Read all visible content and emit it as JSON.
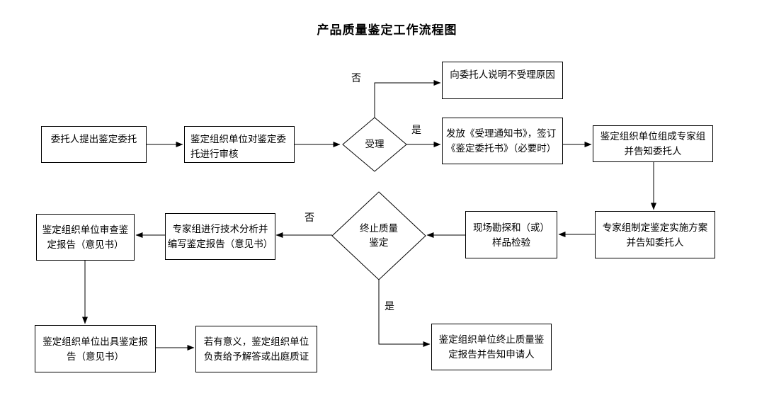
{
  "title": "产品质量鉴定工作流程图",
  "nodes": {
    "client_request": {
      "label": "委托人提出鉴定委托"
    },
    "org_review": {
      "label": "鉴定组织单位对鉴定委\n托进行审核"
    },
    "accept": {
      "label": "受理"
    },
    "explain_rejection": {
      "label": "向委托人说明不受理原因"
    },
    "issue_notice": {
      "label": "发放《受理通知书》，签订\n《鉴定委托书》（必要时）"
    },
    "form_expert_group": {
      "label": "鉴定组织单位组成专家组\n并告知委托人"
    },
    "make_plan": {
      "label": "专家组制定鉴定实施方案\n并告知委托人"
    },
    "site_survey": {
      "label": "现场勘探和（或）\n样品检验"
    },
    "terminate": {
      "label": "终止质量\n鉴定"
    },
    "tech_analysis": {
      "label": "专家组进行技术分析并\n编写鉴定报告（意见书）"
    },
    "review_report": {
      "label": "鉴定组织单位审查鉴\n定报告（意见书）"
    },
    "issue_report": {
      "label": "鉴定组织单位出具鉴定报\n告（意见书）"
    },
    "answer_objection": {
      "label": "若有意义，鉴定组织单位\n负责给予解答或出庭质证"
    },
    "terminate_report": {
      "label": "鉴定组织单位终止质量鉴\n定报告并告知申请人"
    }
  },
  "edge_labels": {
    "accept_no": "否",
    "accept_yes": "是",
    "terminate_no": "否",
    "terminate_yes": "是"
  },
  "colors": {
    "line": "#000000",
    "box_border": "#000000",
    "background": "#ffffff",
    "text": "#000000"
  }
}
